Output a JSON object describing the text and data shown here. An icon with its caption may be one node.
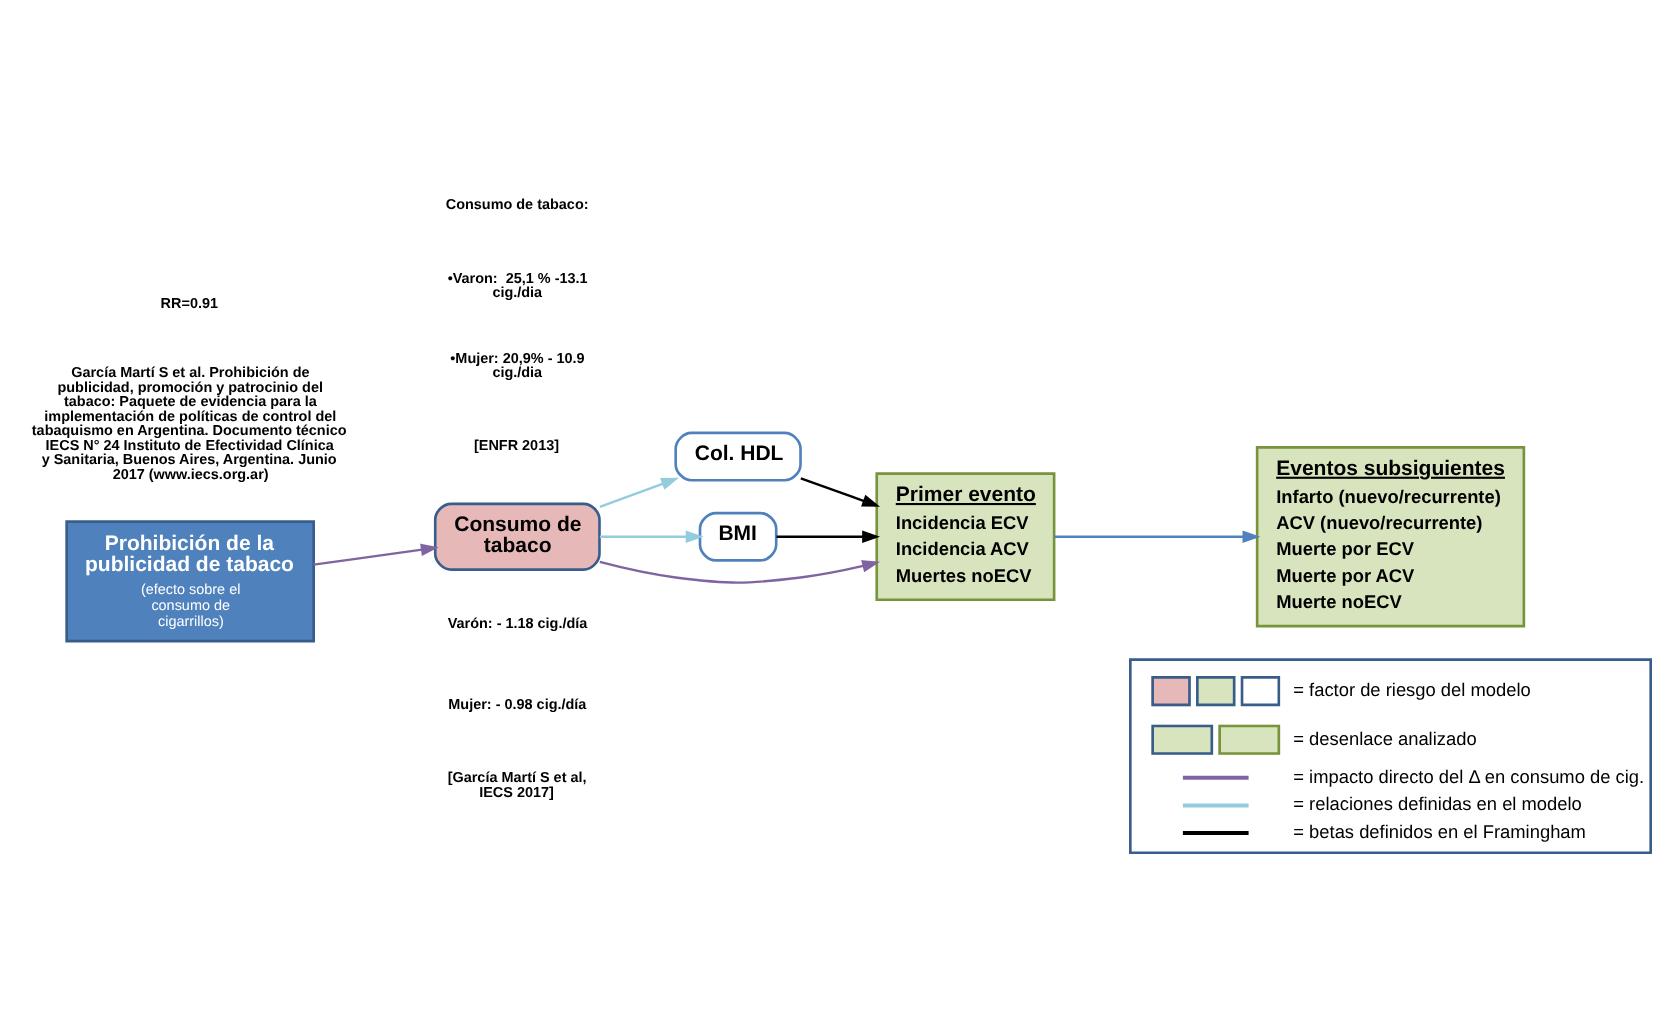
{
  "diagram": {
    "nodes": [
      {
        "text": [
          "Prohibición de la publicidad de tabaco",
          "(efecto sobre el consumo de cigarrillos)"
        ]
      },
      {
        "text": [
          "Consumo de tabaco"
        ]
      },
      {
        "text": [
          "Col. HDL"
        ]
      },
      {
        "text": [
          "BMI"
        ]
      },
      {
        "text": [
          "Primer evento",
          "Incidencia ECV",
          "Incidencia ACV",
          "Muertes noECV"
        ]
      },
      {
        "text": [
          "Eventos subsiguientes",
          "Infarto (nuevo/recurrente)",
          "ACV (nuevo/recurrente)",
          "Muerte por ECV",
          "Muerte por ACV",
          "Muerte noECV"
        ]
      }
    ],
    "edges": [
      {
        "from": 0,
        "to": 1,
        "arrow": "to",
        "color": "#8064a2"
      },
      {
        "from": 1,
        "to": 2,
        "arrow": "to",
        "color": "#93cddd"
      },
      {
        "from": 1,
        "to": 3,
        "arrow": "to",
        "color": "#93cddd"
      },
      {
        "from": 1,
        "to": 4,
        "arrow": "to",
        "color": "#8064a2"
      },
      {
        "from": 2,
        "to": 4,
        "arrow": "to",
        "color": "#000000"
      },
      {
        "from": 3,
        "to": 4,
        "arrow": "to",
        "color": "#000000"
      },
      {
        "from": 4,
        "to": 5,
        "arrow": "to",
        "color": "#4f81bd"
      }
    ],
    "labels": [
      "RR=0.91",
      "García Martí S et al. Prohibición de publicidad, promoción y patrocinio del tabaco: Paquete de evidencia para la implementación de políticas de control del tabaquismo en Argentina. Documento técnico IECS N° 24 Instituto de Efectividad Clínica y Sanitaria, Buenos Aires, Argentina. Junio 2017 (www.iecs.org.ar)",
      "Varón: - 1.18 cig./día",
      "Mujer: - 0.98 cig./día",
      "[García Martí S et al, IECS 2017]",
      "Consumo de tabaco:",
      "•Varon:  25,1 % -13.1 cig./dia",
      "•Mujer: 20,9% - 10.9 cig./dia",
      "[ENFR 2013]"
    ],
    "legend": [
      {
        "text": "= factor de riesgo del modelo"
      },
      {
        "text": "= desenlace analizado"
      },
      {
        "text": "= impacto directo del Δ en consumo de cig."
      },
      {
        "text": "= relaciones definidas en el modelo"
      },
      {
        "text": "= betas definidos en el Framingham"
      }
    ]
  }
}
